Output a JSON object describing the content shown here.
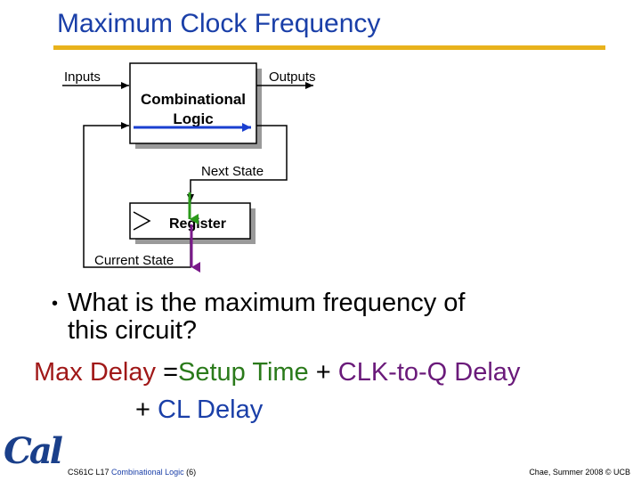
{
  "slide": {
    "title": "Maximum Clock Frequency"
  },
  "diagram": {
    "inputs_label": "Inputs",
    "outputs_label": "Outputs",
    "combinational_line1": "Combinational",
    "combinational_line2": "Logic",
    "next_state_label": "Next State",
    "register_label": "Register",
    "current_state_label": "Current State"
  },
  "bullet": {
    "line1": "What is the maximum frequency of",
    "line2": "this circuit?"
  },
  "equation": {
    "max_delay": "Max Delay",
    "equals": "=",
    "setup_time": "Setup Time",
    "plus1": " + ",
    "clk_to_q": "CLK-to-Q Delay",
    "plus2": "+ ",
    "cl_delay": "CL Delay"
  },
  "logo": {
    "text": "Cal"
  },
  "footer": {
    "course": "CS61C L17",
    "topic": "Combinational Logic",
    "page": "(6)",
    "credit": "Chae, Summer 2008 © UCB"
  },
  "colors": {
    "title": "#1a3fa8",
    "rule": "#e8b21c",
    "max_delay": "#a01818",
    "setup_time": "#2a7a1a",
    "clk_to_q": "#6a1a7a",
    "cl_delay": "#1a3fa8",
    "cl_arrow": "#1a3fd0",
    "setup_arrow": "#2a9a1a",
    "clk_arrow": "#7a1a8a"
  }
}
